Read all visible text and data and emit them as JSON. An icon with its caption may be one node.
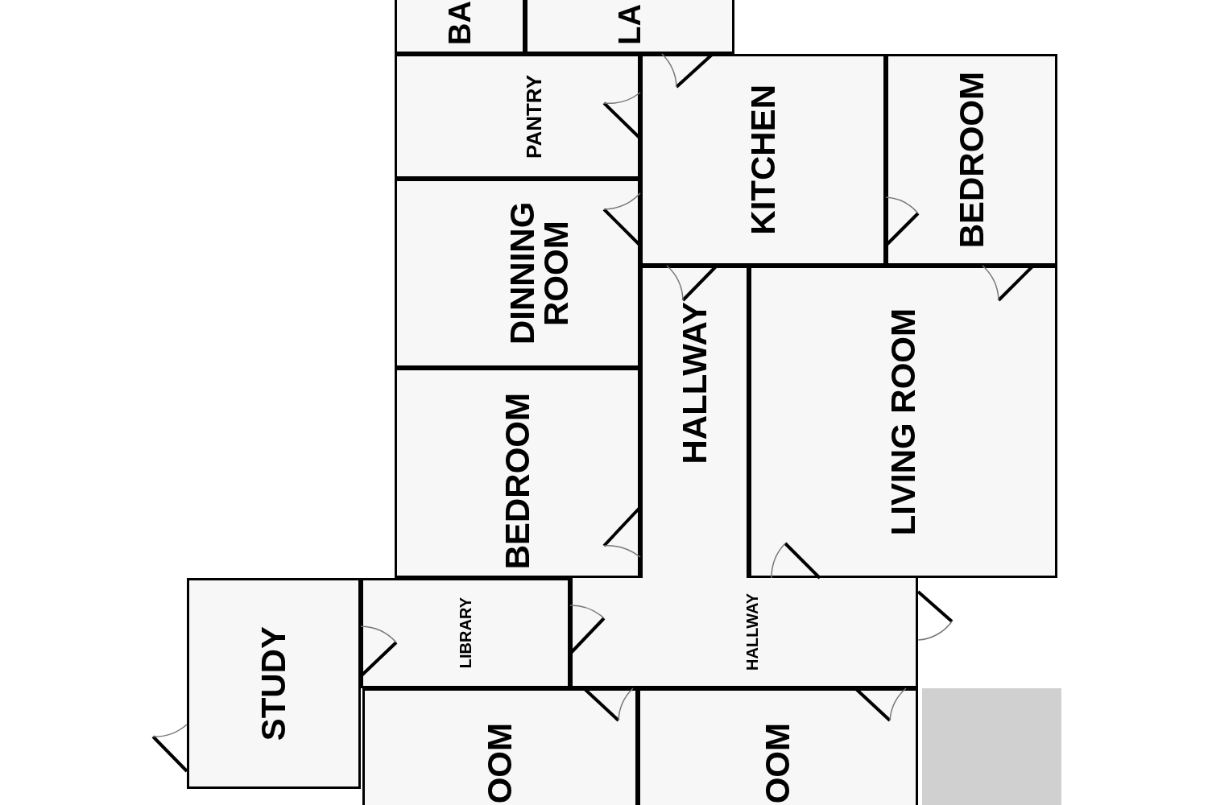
{
  "diagram": {
    "nodes": [
      {
        "text": [
          "BA"
        ]
      },
      {
        "text": [
          "LA"
        ]
      },
      {
        "text": [
          "PANTRY"
        ]
      },
      {
        "text": [
          "KITCHEN"
        ]
      },
      {
        "text": [
          "BEDROOM"
        ]
      },
      {
        "text": [
          "DINNING ROOM"
        ]
      },
      {
        "text": [
          "HALLWAY"
        ]
      },
      {
        "text": [
          "LIVING ROOM"
        ]
      },
      {
        "text": [
          "BEDROOM"
        ]
      },
      {
        "text": [
          "STUDY"
        ]
      },
      {
        "text": [
          "LIBRARY"
        ]
      },
      {
        "text": [
          "HALLWAY"
        ]
      },
      {
        "text": [
          "OOM"
        ]
      },
      {
        "text": [
          "OOM"
        ]
      },
      {
        "text": [],
        "shape": "box"
      }
    ]
  }
}
